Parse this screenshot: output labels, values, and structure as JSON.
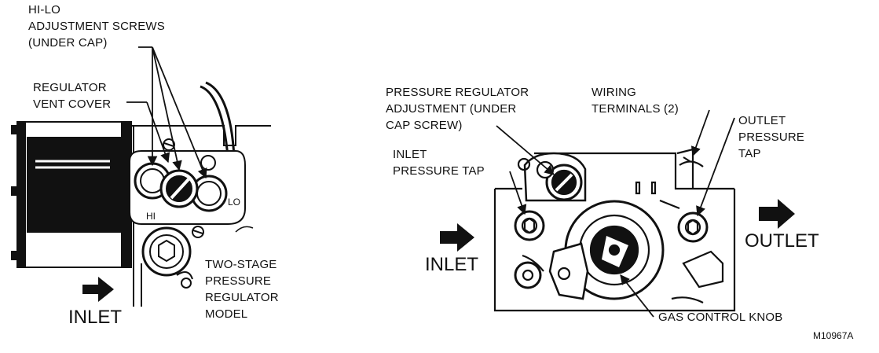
{
  "left_figure": {
    "labels": {
      "hi_lo_screws": "HI-LO\nADJUSTMENT SCREWS\n(UNDER CAP)",
      "regulator_vent_cover": "REGULATOR\nVENT COVER",
      "two_stage_model": "TWO-STAGE\nPRESSURE\nREGULATOR\nMODEL",
      "inlet": "INLET",
      "hi": "HI",
      "lo": "LO"
    }
  },
  "right_figure": {
    "labels": {
      "pressure_regulator_adjustment": "PRESSURE REGULATOR\nADJUSTMENT (UNDER\nCAP SCREW)",
      "wiring_terminals": "WIRING\nTERMINALS (2)",
      "outlet_pressure_tap": "OUTLET\nPRESSURE\nTAP",
      "inlet_pressure_tap": "INLET\nPRESSURE TAP",
      "inlet": "INLET",
      "outlet": "OUTLET",
      "gas_control_knob": "GAS CONTROL KNOB"
    }
  },
  "figure_code": "M10967A"
}
